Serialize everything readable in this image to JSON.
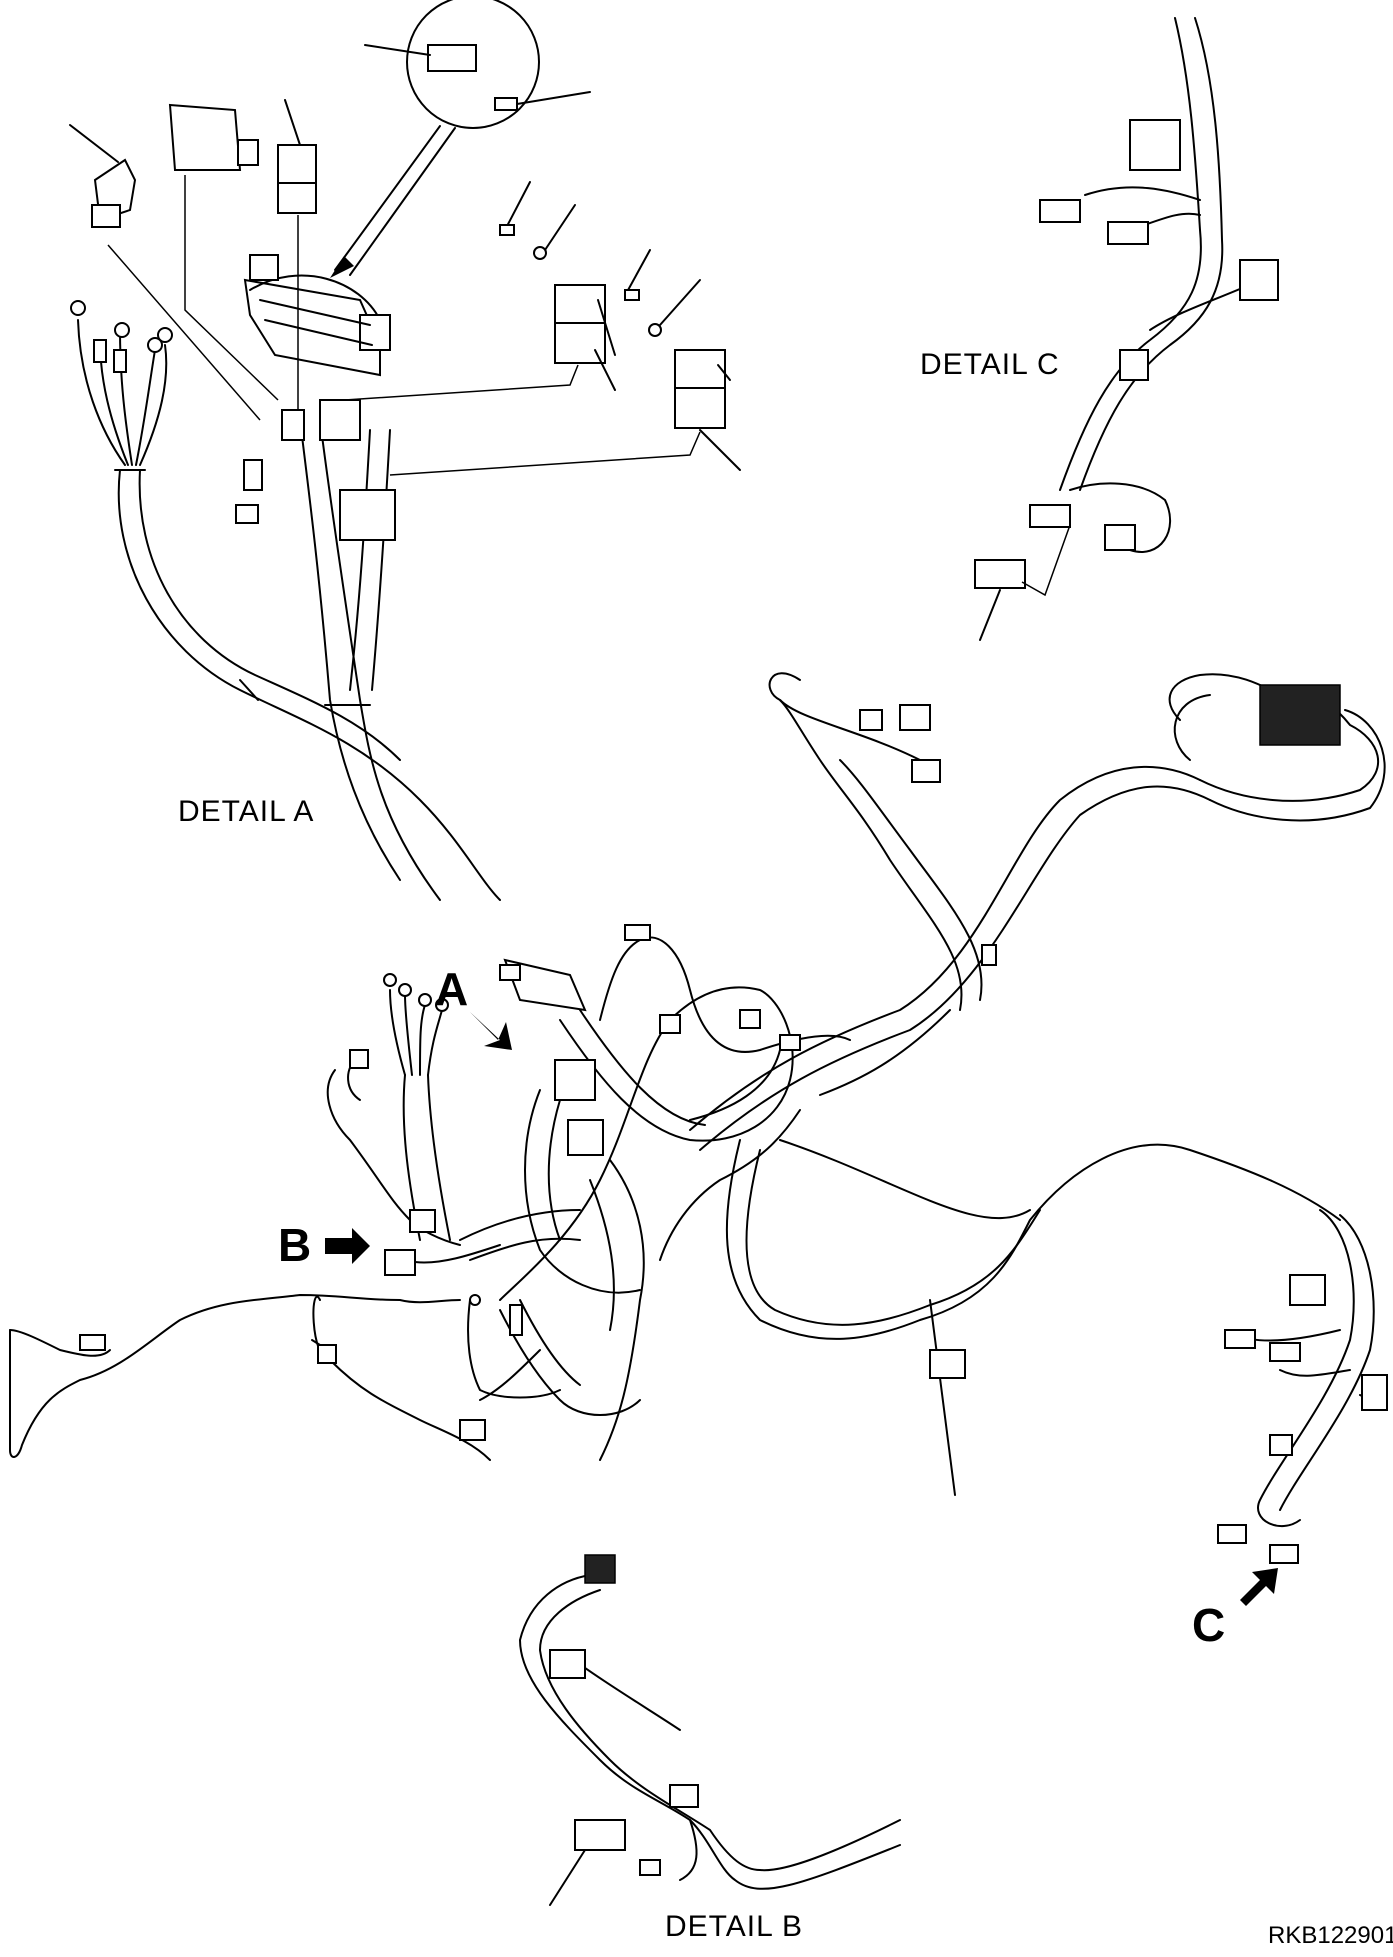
{
  "labels": {
    "detail_a": "DETAIL A",
    "detail_b": "DETAIL B",
    "detail_c": "DETAIL C",
    "callout_a": "A",
    "callout_b": "B",
    "callout_c": "C",
    "drawing_code": "RKB122901"
  }
}
